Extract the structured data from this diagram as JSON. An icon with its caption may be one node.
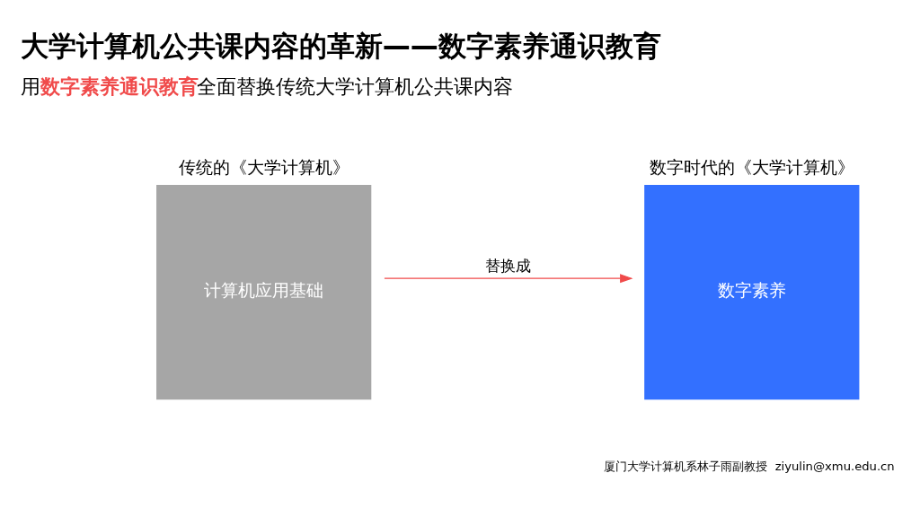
{
  "diagram": {
    "title": "大学计算机公共课内容的革新——数字素养通识教育",
    "nodes": [
      {
        "text": [
          "传统的《大学计算机》",
          "计算机应用基础"
        ]
      },
      {
        "text": [
          "数字时代的《大学计算机》",
          "数字素养"
        ]
      }
    ],
    "edges": [
      {
        "from": 0,
        "to": 1,
        "arrow": "to",
        "label": "替换成",
        "color": "#f04a4a"
      }
    ],
    "labels": [
      "用**数字素养通识教育**全面替换传统大学计算机公共课内容",
      "厦门大学计算机系林子雨副教授  ziyulin@xmu.edu.cn"
    ]
  }
}
